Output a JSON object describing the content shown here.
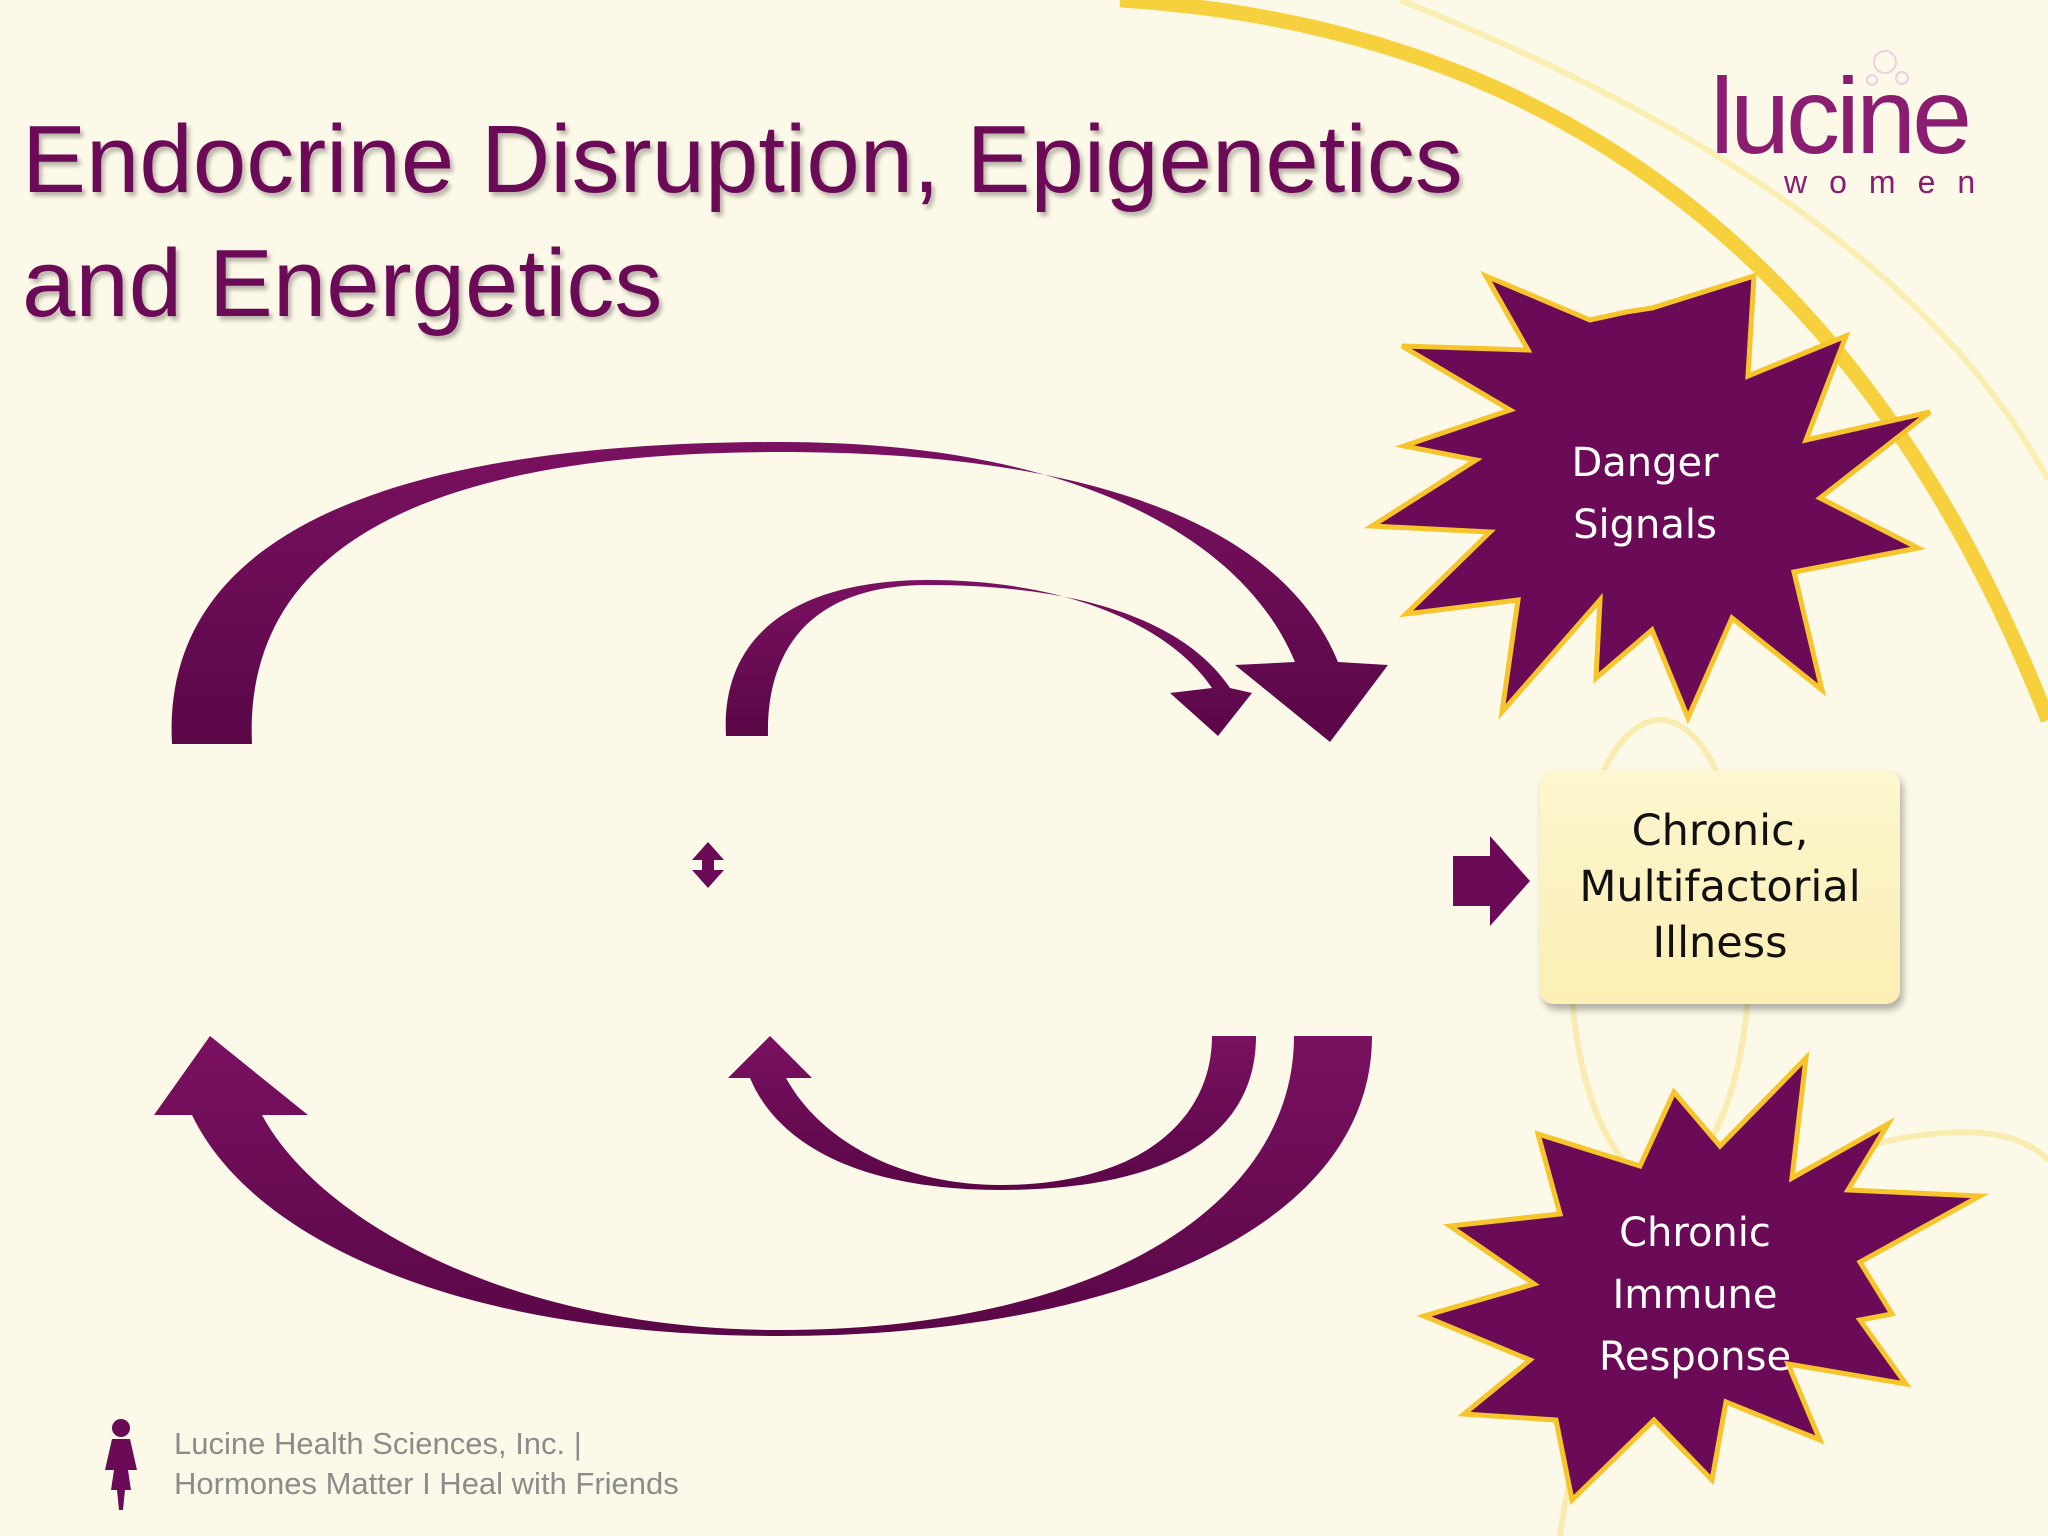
{
  "slide": {
    "title_line1": "Endocrine Disruption, Epigenetics",
    "title_line2": "and Energetics"
  },
  "logo": {
    "main": "lucine",
    "sub": "women"
  },
  "diagram": {
    "danger_signals": [
      "Danger",
      "Signals"
    ],
    "chronic_illness": [
      "Chronic,",
      "Multifactorial",
      "Illness"
    ],
    "chronic_immune_response": [
      "Chronic",
      "Immune",
      "Response"
    ]
  },
  "footer": {
    "line1": "Lucine Health Sciences, Inc. |",
    "line2": "Hormones Matter I Heal with Friends"
  },
  "colors": {
    "background": "#fdf9e8",
    "accent_purple": "#6b0a56",
    "accent_yellow": "#f6d13d",
    "box_fill": "#fcf2c0",
    "footer_text": "#8c8c8c"
  }
}
